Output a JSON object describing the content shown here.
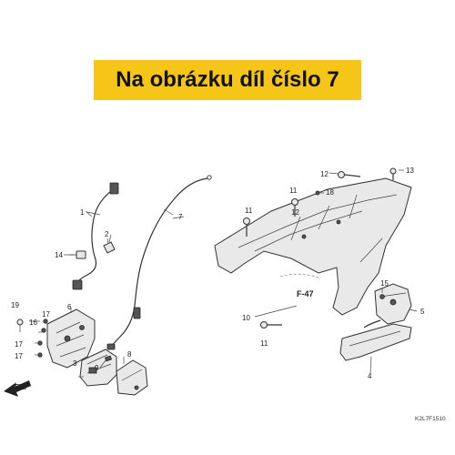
{
  "banner": {
    "text": "Na obrázku díl číslo 7"
  },
  "callouts": {
    "c1": "1",
    "c2": "2",
    "c3": "3",
    "c4": "4",
    "c5": "5",
    "c6": "6",
    "c7": "7",
    "c8": "8",
    "c9": "9",
    "c10": "10",
    "c11a": "11",
    "c11b": "11",
    "c11c": "11",
    "c12a": "12",
    "c12b": "12",
    "c13": "13",
    "c14": "14",
    "c15": "15",
    "c16": "16",
    "c17a": "17",
    "c17b": "17",
    "c17c": "17",
    "c18": "18",
    "c19": "19"
  },
  "reference": {
    "text": "F-47"
  },
  "direction": {
    "text": "FR."
  },
  "diagram_code": {
    "text": "K2L7F1510"
  }
}
